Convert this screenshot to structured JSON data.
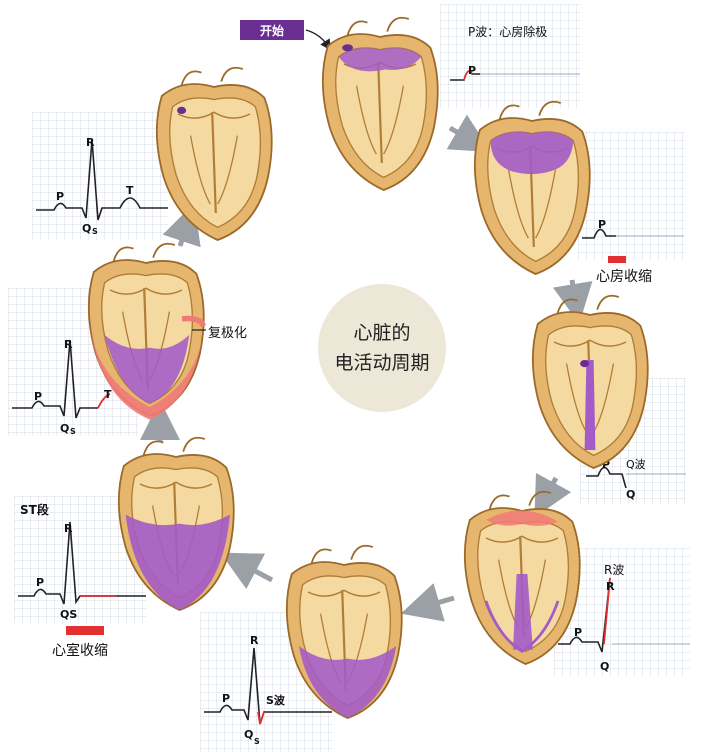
{
  "start_label": "开始",
  "center_title": [
    "心脏的",
    "电活动周期"
  ],
  "annotations": {
    "atrial_depolarization": "P波：心房除极",
    "atrial_contraction": "心房收缩",
    "q_wave": "Q波",
    "r_wave": "R波",
    "s_wave": "S波",
    "st_segment": "ST段",
    "ventricular_contraction": "心室收缩",
    "repolarization": "复极化"
  },
  "wave_letters": {
    "p": "P",
    "q": "Q",
    "r": "R",
    "s": "S",
    "t": "T",
    "qs": "QS",
    "s_sub": "S"
  },
  "colors": {
    "heart_muscle": "#e6b66f",
    "heart_inner": "#f4d9a0",
    "depolarized": "#a35bc7",
    "repolarized": "#f07a78",
    "arrow": "#9aa0a6",
    "ecg_highlight": "#e03030",
    "start_badge": "#6a2d90"
  }
}
